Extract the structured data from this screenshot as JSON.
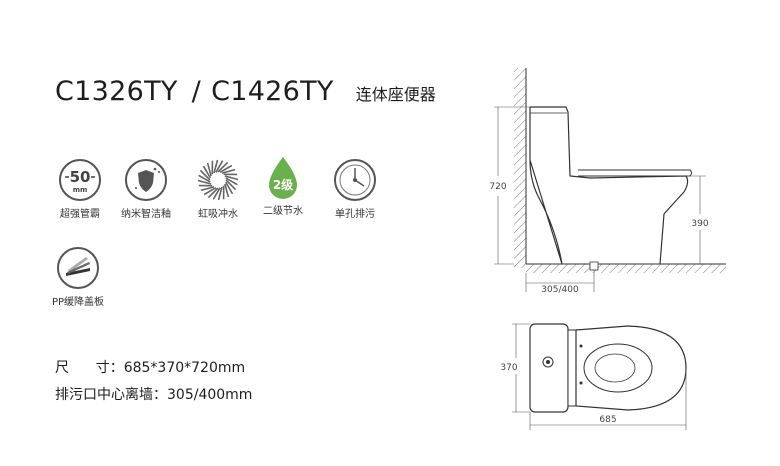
{
  "title": {
    "model_a": "C1326TY",
    "separator": "/",
    "model_b": "C1426TY",
    "product_type": "连体座便器"
  },
  "features": [
    {
      "label": "超强管霸",
      "icon": "pipe-50mm-icon",
      "badge_number": "50",
      "badge_unit": "mm"
    },
    {
      "label": "纳米智洁釉",
      "icon": "nano-glaze-shield-icon"
    },
    {
      "label": "虹吸冲水",
      "icon": "siphon-flush-icon"
    },
    {
      "label": "二级节水",
      "icon": "water-saving-grade2-icon",
      "badge_text": "2级"
    },
    {
      "label": "单孔排污",
      "icon": "single-hole-drain-icon"
    },
    {
      "label": "PP缓降盖板",
      "icon": "soft-close-lid-icon"
    }
  ],
  "specs": {
    "size_label": "尺      寸：",
    "size_value": "685*370*720mm",
    "rough_in_label": "排污口中心离墙：",
    "rough_in_value": "305/400mm"
  },
  "dimensions": {
    "height": "720",
    "seat_height": "390",
    "rough_in": "305/400",
    "width": "370",
    "length": "685"
  },
  "colors": {
    "text": "#1e1e1e",
    "icon_gray": "#555555",
    "icon_green": "#6ab04c",
    "line": "#333333"
  }
}
